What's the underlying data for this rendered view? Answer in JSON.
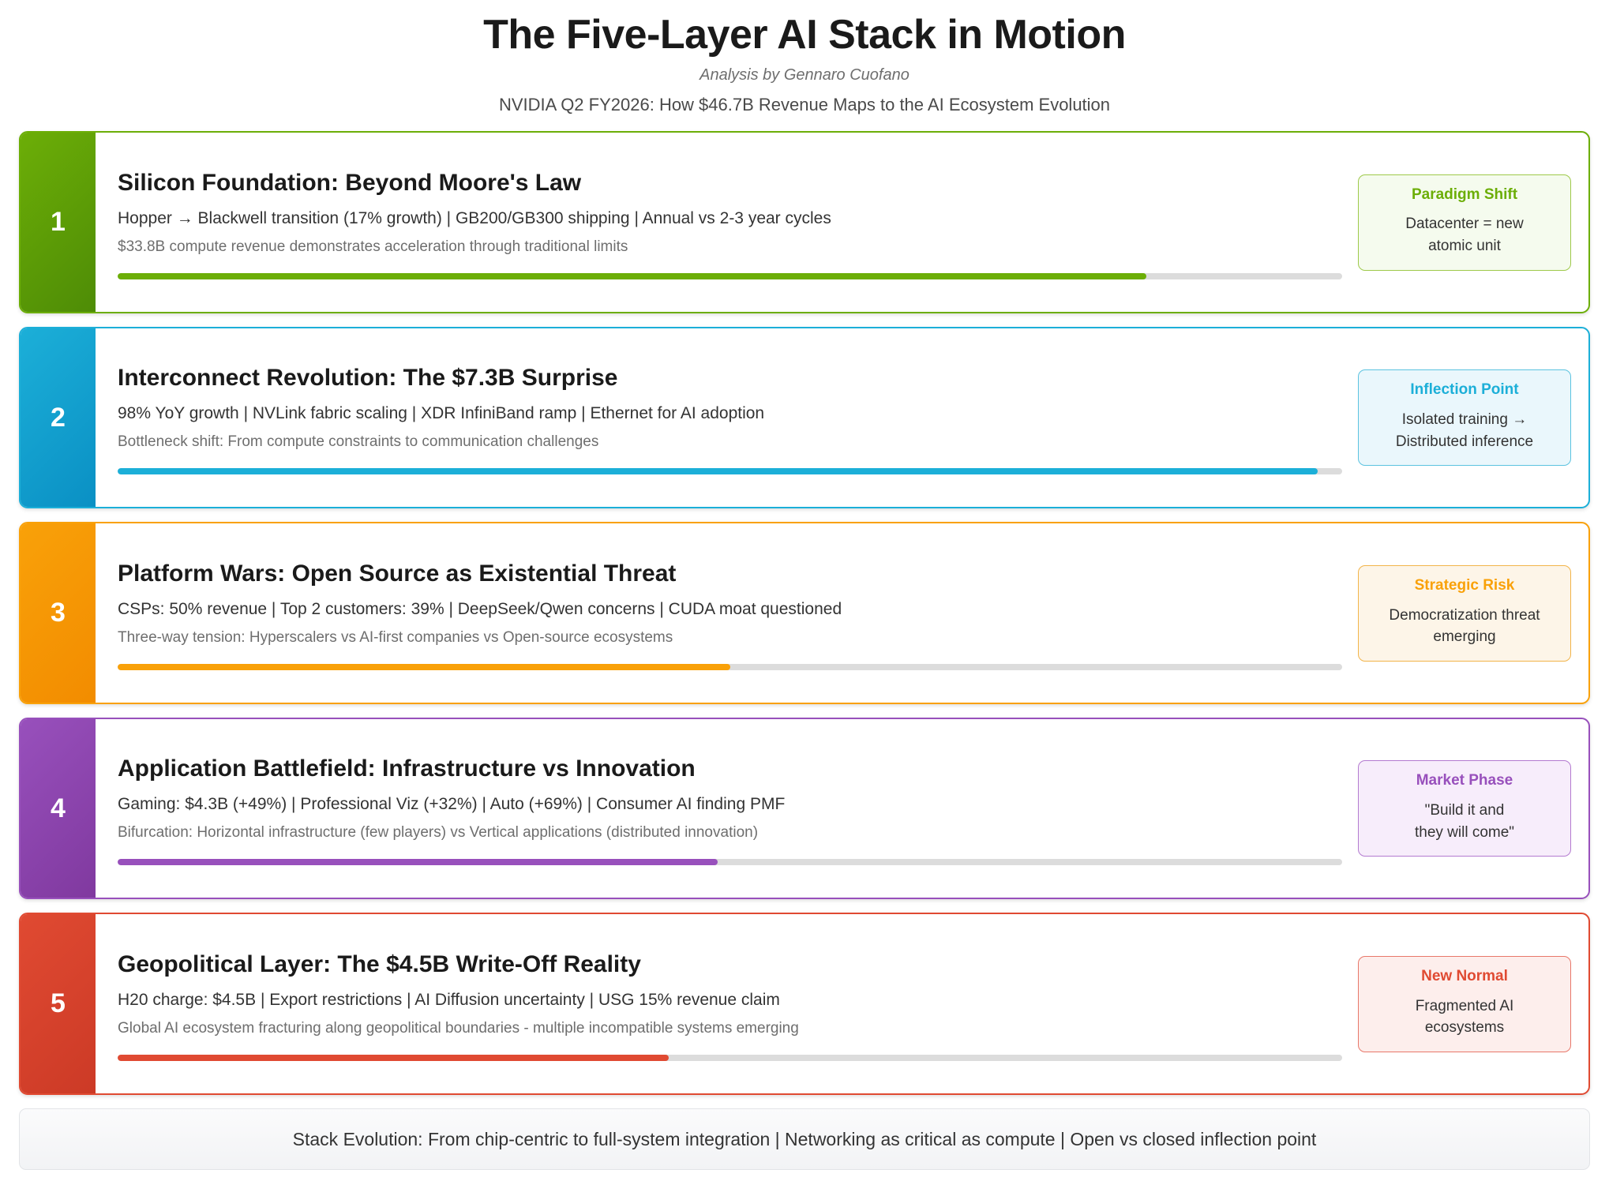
{
  "header": {
    "title": "The Five-Layer AI Stack in Motion",
    "byline": "Analysis by Gennaro Cuofano",
    "subtitle": "NVIDIA Q2 FY2026: How $46.7B Revenue Maps to the AI Ecosystem Evolution"
  },
  "layers": [
    {
      "index": "1",
      "title": "Silicon Foundation: Beyond Moore's Law",
      "metrics": "Hopper → Blackwell transition (17% growth) | GB200/GB300 shipping | Annual vs 2-3 year cycles",
      "insight": "$33.8B compute revenue demonstrates acceleration through traditional limits",
      "progress_percent": 84,
      "badge_label": "Paradigm Shift",
      "badge_desc": "Datacenter = new atomic unit",
      "color": "#6cae07",
      "color_dark": "#4e8c06",
      "badge_bg": "#f5fbee",
      "badge_border": "#9ec94a"
    },
    {
      "index": "2",
      "title": "Interconnect Revolution: The $7.3B Surprise",
      "metrics": "98% YoY growth | NVLink fabric scaling | XDR InfiniBand ramp | Ethernet for AI adoption",
      "insight": "Bottleneck shift: From compute constraints to communication challenges",
      "progress_percent": 98,
      "badge_label": "Inflection Point",
      "badge_desc": "Isolated training → Distributed inference",
      "color": "#1cafd8",
      "color_dark": "#0a90c4",
      "badge_bg": "#eaf7fc",
      "badge_border": "#5cc3e0"
    },
    {
      "index": "3",
      "title": "Platform Wars: Open Source as Existential Threat",
      "metrics": "CSPs: 50% revenue | Top 2 customers: 39% | DeepSeek/Qwen concerns | CUDA moat questioned",
      "insight": "Three-way tension: Hyperscalers vs AI-first companies vs Open-source ecosystems",
      "progress_percent": 50,
      "badge_label": "Strategic Risk",
      "badge_desc": "Democratization threat emerging",
      "color": "#f9a109",
      "color_dark": "#f28c00",
      "badge_bg": "#fdf5e8",
      "badge_border": "#f2b44a"
    },
    {
      "index": "4",
      "title": "Application Battlefield: Infrastructure vs Innovation",
      "metrics": "Gaming: $4.3B (+49%) | Professional Viz (+32%) | Auto (+69%) | Consumer AI finding PMF",
      "insight": "Bifurcation: Horizontal infrastructure (few players) vs Vertical applications (distributed innovation)",
      "progress_percent": 49,
      "badge_label": "Market Phase",
      "badge_desc": "\"Build it and they will come\"",
      "color": "#9850bc",
      "color_dark": "#80399f",
      "badge_bg": "#f7edfb",
      "badge_border": "#b47bd0"
    },
    {
      "index": "5",
      "title": "Geopolitical Layer: The $4.5B Write-Off Reality",
      "metrics": "H20 charge: $4.5B | Export restrictions | AI Diffusion uncertainty | USG 15% revenue claim",
      "insight": "Global AI ecosystem fracturing along geopolitical boundaries - multiple incompatible systems emerging",
      "progress_percent": 45,
      "badge_label": "New Normal",
      "badge_desc": "Fragmented AI ecosystems",
      "color": "#e04a32",
      "color_dark": "#cc3a26",
      "badge_bg": "#fdeeec",
      "badge_border": "#e8786a"
    }
  ],
  "footer": {
    "text": "Stack Evolution: From chip-centric to full-system integration | Networking as critical as compute | Open vs closed inflection point"
  }
}
